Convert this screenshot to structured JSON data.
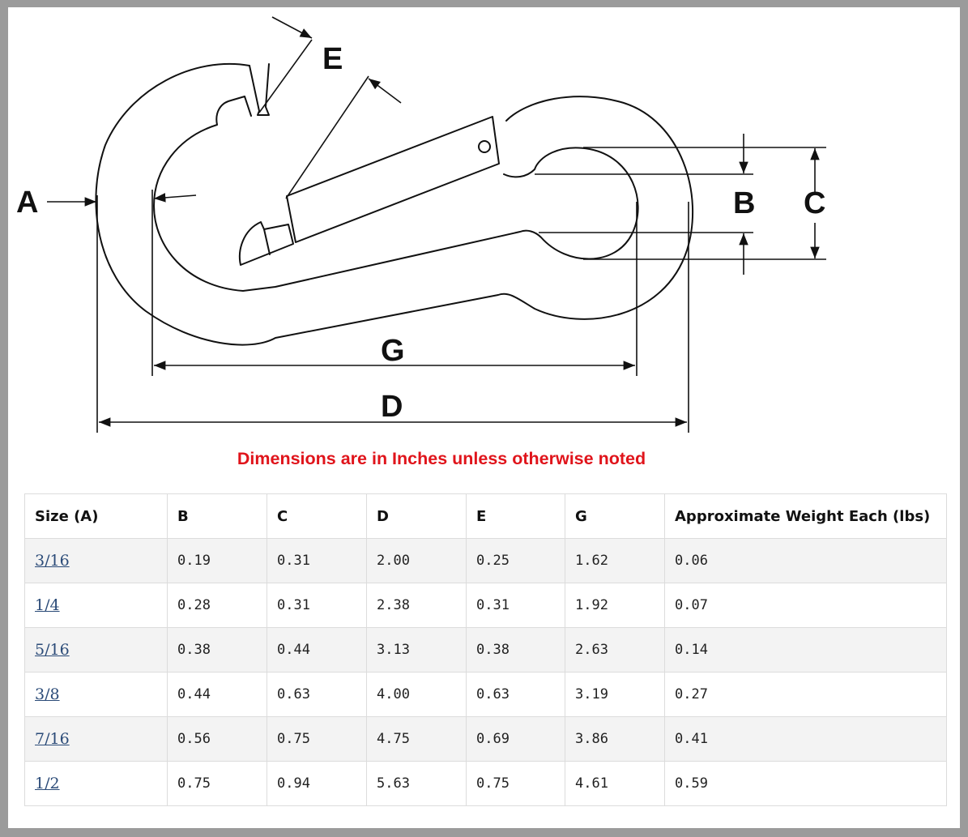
{
  "diagram": {
    "labels": {
      "a": "A",
      "b": "B",
      "c": "C",
      "d": "D",
      "e": "E",
      "g": "G"
    }
  },
  "note": "Dimensions are in Inches unless otherwise noted",
  "table": {
    "headers": [
      "Size (A)",
      "B",
      "C",
      "D",
      "E",
      "G",
      "Approximate Weight Each (lbs)"
    ],
    "rows": [
      {
        "size": "3/16",
        "b": "0.19",
        "c": "0.31",
        "d": "2.00",
        "e": "0.25",
        "g": "1.62",
        "weight": "0.06"
      },
      {
        "size": "1/4",
        "b": "0.28",
        "c": "0.31",
        "d": "2.38",
        "e": "0.31",
        "g": "1.92",
        "weight": "0.07"
      },
      {
        "size": "5/16",
        "b": "0.38",
        "c": "0.44",
        "d": "3.13",
        "e": "0.38",
        "g": "2.63",
        "weight": "0.14"
      },
      {
        "size": "3/8",
        "b": "0.44",
        "c": "0.63",
        "d": "4.00",
        "e": "0.63",
        "g": "3.19",
        "weight": "0.27"
      },
      {
        "size": "7/16",
        "b": "0.56",
        "c": "0.75",
        "d": "4.75",
        "e": "0.69",
        "g": "3.86",
        "weight": "0.41"
      },
      {
        "size": "1/2",
        "b": "0.75",
        "c": "0.94",
        "d": "5.63",
        "e": "0.75",
        "g": "4.61",
        "weight": "0.59"
      }
    ]
  }
}
